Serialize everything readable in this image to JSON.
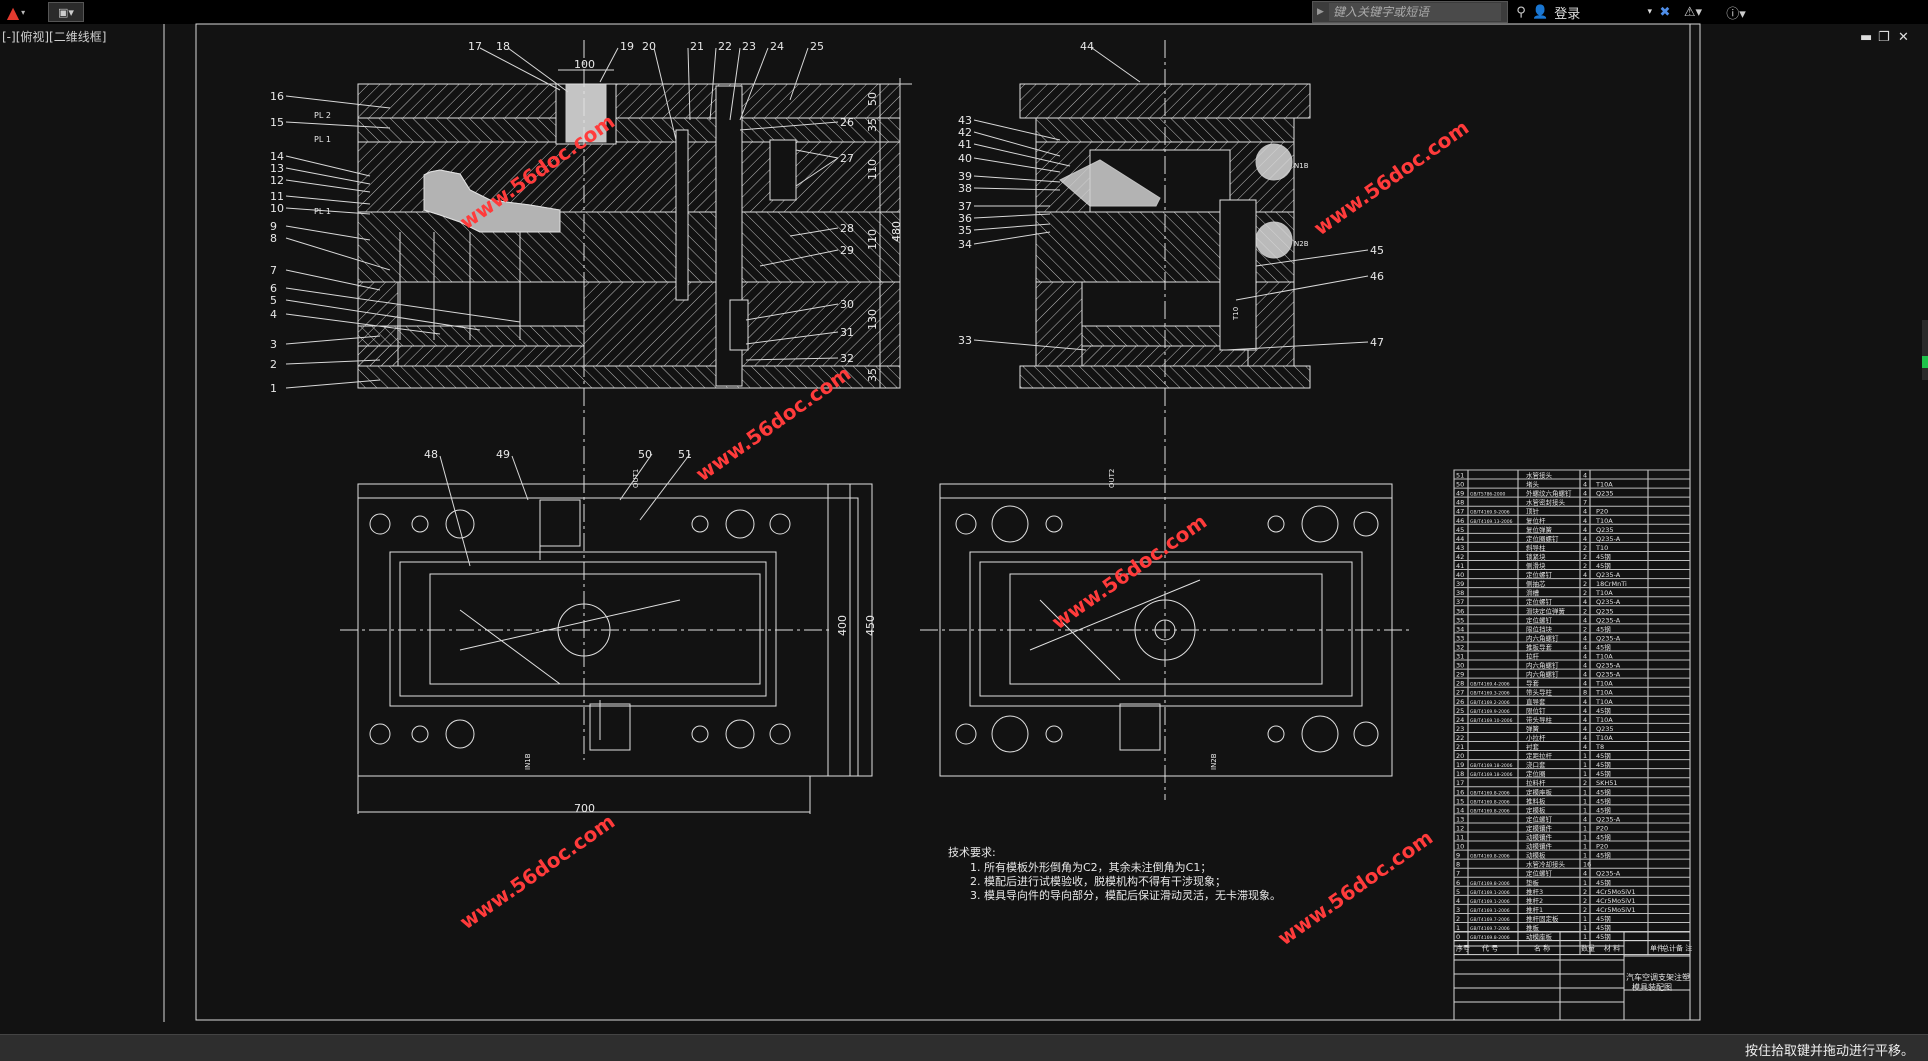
{
  "toolbar": {
    "search_placeholder": "键入关键字或短语",
    "login_label": "登录",
    "qa_label": "▣▾"
  },
  "viewport": {
    "label": "[-][俯视][二维线框]"
  },
  "status_bar": {
    "hint": "按住拾取键并拖动进行平移。"
  },
  "drawing": {
    "balloons_top_left": [
      "17",
      "18",
      "19",
      "20",
      "21",
      "22",
      "23",
      "24",
      "25"
    ],
    "dim_100": "100",
    "balloons_left": [
      "16",
      "15",
      "14",
      "13",
      "12",
      "11",
      "10",
      "9",
      "8",
      "7",
      "6",
      "5",
      "4",
      "3",
      "2",
      "1"
    ],
    "pl_labels": [
      "PL 2",
      "PL 1",
      "PL 1"
    ],
    "balloons_right_main": [
      "26",
      "27",
      "28",
      "29",
      "30",
      "31",
      "32"
    ],
    "dims_vertical": [
      "50",
      "35",
      "110",
      "110",
      "130",
      "35"
    ],
    "dim_480": "480",
    "balloons_side": [
      "44",
      "43",
      "42",
      "41",
      "40",
      "39",
      "38",
      "37",
      "36",
      "35",
      "34",
      "33",
      "45",
      "46",
      "47"
    ],
    "side_small": [
      "N1B",
      "N2B",
      "T10"
    ],
    "balloons_plan": [
      "48",
      "49",
      "50",
      "51"
    ],
    "dim_400": "400",
    "dim_450": "450",
    "dim_700": "700",
    "plan_small": [
      "OUT1",
      "IN1B",
      "OUT2",
      "IN2B"
    ],
    "tech_title": "技术要求:",
    "tech_items": [
      "1. 所有模板外形倒角为C2，其余未注倒角为C1；",
      "2. 模配后进行试模验收，脱模机构不得有干涉现象；",
      "3. 模具导向件的导向部分，模配后保证滑动灵活，无卡滞现象。"
    ],
    "watermark": "www.56doc.com",
    "title_block": {
      "name_line1": "汽车空调支架注塑",
      "name_line2": "模具装配图",
      "header_cols": [
        "序号",
        "代 号",
        "名 称",
        "数量",
        "材 料",
        "单件",
        "总计",
        "备 注"
      ]
    },
    "bom": [
      [
        "51",
        "",
        "水管接头",
        "4",
        ""
      ],
      [
        "50",
        "",
        "堵头",
        "4",
        "T10A"
      ],
      [
        "49",
        "GB/T5786-2000",
        "外螺纹六角螺钉",
        "4",
        "Q235"
      ],
      [
        "48",
        "",
        "水管密封接头",
        "7",
        ""
      ],
      [
        "47",
        "GB/T4169.9-2006",
        "顶针",
        "4",
        "P20"
      ],
      [
        "46",
        "GB/T4169.13-2006",
        "复位杆",
        "4",
        "T10A"
      ],
      [
        "45",
        "",
        "复位弹簧",
        "4",
        "Q235"
      ],
      [
        "44",
        "",
        "定位圈螺钉",
        "4",
        "Q235-A"
      ],
      [
        "43",
        "",
        "斜导柱",
        "2",
        "T10"
      ],
      [
        "42",
        "",
        "锁紧块",
        "2",
        "45钢"
      ],
      [
        "41",
        "",
        "侧滑块",
        "2",
        "45钢"
      ],
      [
        "40",
        "",
        "定位螺钉",
        "4",
        "Q235-A"
      ],
      [
        "39",
        "",
        "侧抽芯",
        "2",
        "18CrMnTi"
      ],
      [
        "38",
        "",
        "滑槽",
        "2",
        "T10A"
      ],
      [
        "37",
        "",
        "定位螺钉",
        "4",
        "Q235-A"
      ],
      [
        "36",
        "",
        "滑块定位弹簧",
        "2",
        "Q235"
      ],
      [
        "35",
        "",
        "定位螺钉",
        "4",
        "Q235-A"
      ],
      [
        "34",
        "",
        "限位挡块",
        "2",
        "45钢"
      ],
      [
        "33",
        "",
        "内六角螺钉",
        "4",
        "Q235-A"
      ],
      [
        "32",
        "",
        "推板导套",
        "4",
        "45钢"
      ],
      [
        "31",
        "",
        "拉杆",
        "4",
        "T10A"
      ],
      [
        "30",
        "",
        "内六角螺钉",
        "4",
        "Q235-A"
      ],
      [
        "29",
        "",
        "内六角螺钉",
        "4",
        "Q235-A"
      ],
      [
        "28",
        "GB/T4169.4-2006",
        "导套",
        "4",
        "T10A"
      ],
      [
        "27",
        "GB/T4169.3-2006",
        "带头导柱",
        "8",
        "T10A"
      ],
      [
        "26",
        "GB/T4169.2-2006",
        "直导套",
        "4",
        "T10A"
      ],
      [
        "25",
        "GB/T4169.9-2006",
        "限位钉",
        "4",
        "45钢"
      ],
      [
        "24",
        "GB/T4169.10-2006",
        "带头导柱",
        "4",
        "T10A"
      ],
      [
        "23",
        "",
        "弹簧",
        "4",
        "Q235"
      ],
      [
        "22",
        "",
        "小拉杆",
        "4",
        "T10A"
      ],
      [
        "21",
        "",
        "衬套",
        "4",
        "T8"
      ],
      [
        "20",
        "",
        "定距拉杆",
        "1",
        "45钢"
      ],
      [
        "19",
        "GB/T4169.18-2006",
        "浇口套",
        "1",
        "45钢"
      ],
      [
        "18",
        "GB/T4169.18-2006",
        "定位圈",
        "1",
        "45钢"
      ],
      [
        "17",
        "",
        "拉料杆",
        "2",
        "SKH51"
      ],
      [
        "16",
        "GB/T4169.8-2006",
        "定模座板",
        "1",
        "45钢"
      ],
      [
        "15",
        "GB/T4169.8-2006",
        "推料板",
        "1",
        "45钢"
      ],
      [
        "14",
        "GB/T4169.8-2006",
        "定模板",
        "1",
        "45钢"
      ],
      [
        "13",
        "",
        "定位螺钉",
        "4",
        "Q235-A"
      ],
      [
        "12",
        "",
        "定模镶件",
        "1",
        "P20"
      ],
      [
        "11",
        "",
        "动模镶件",
        "1",
        "45钢"
      ],
      [
        "10",
        "",
        "动模镶件",
        "1",
        "P20"
      ],
      [
        "9",
        "GB/T4169.8-2006",
        "动模板",
        "1",
        "45钢"
      ],
      [
        "8",
        "",
        "水管冷却接头",
        "16",
        ""
      ],
      [
        "7",
        "",
        "定位螺钉",
        "4",
        "Q235-A"
      ],
      [
        "6",
        "GB/T4169.8-2006",
        "垫板",
        "1",
        "45钢"
      ],
      [
        "5",
        "GB/T4169.1-2006",
        "推杆3",
        "2",
        "4Cr5MoSiV1"
      ],
      [
        "4",
        "GB/T4169.1-2006",
        "推杆2",
        "2",
        "4Cr5MoSiV1"
      ],
      [
        "3",
        "GB/T4169.1-2006",
        "推杆1",
        "2",
        "4Cr5MoSiV1"
      ],
      [
        "2",
        "GB/T4169.7-2006",
        "推杆固定板",
        "1",
        "45钢"
      ],
      [
        "1",
        "GB/T4169.7-2006",
        "推板",
        "1",
        "45钢"
      ],
      [
        "0",
        "GB/T4169.8-2006",
        "动模座板",
        "1",
        "45钢"
      ]
    ]
  }
}
